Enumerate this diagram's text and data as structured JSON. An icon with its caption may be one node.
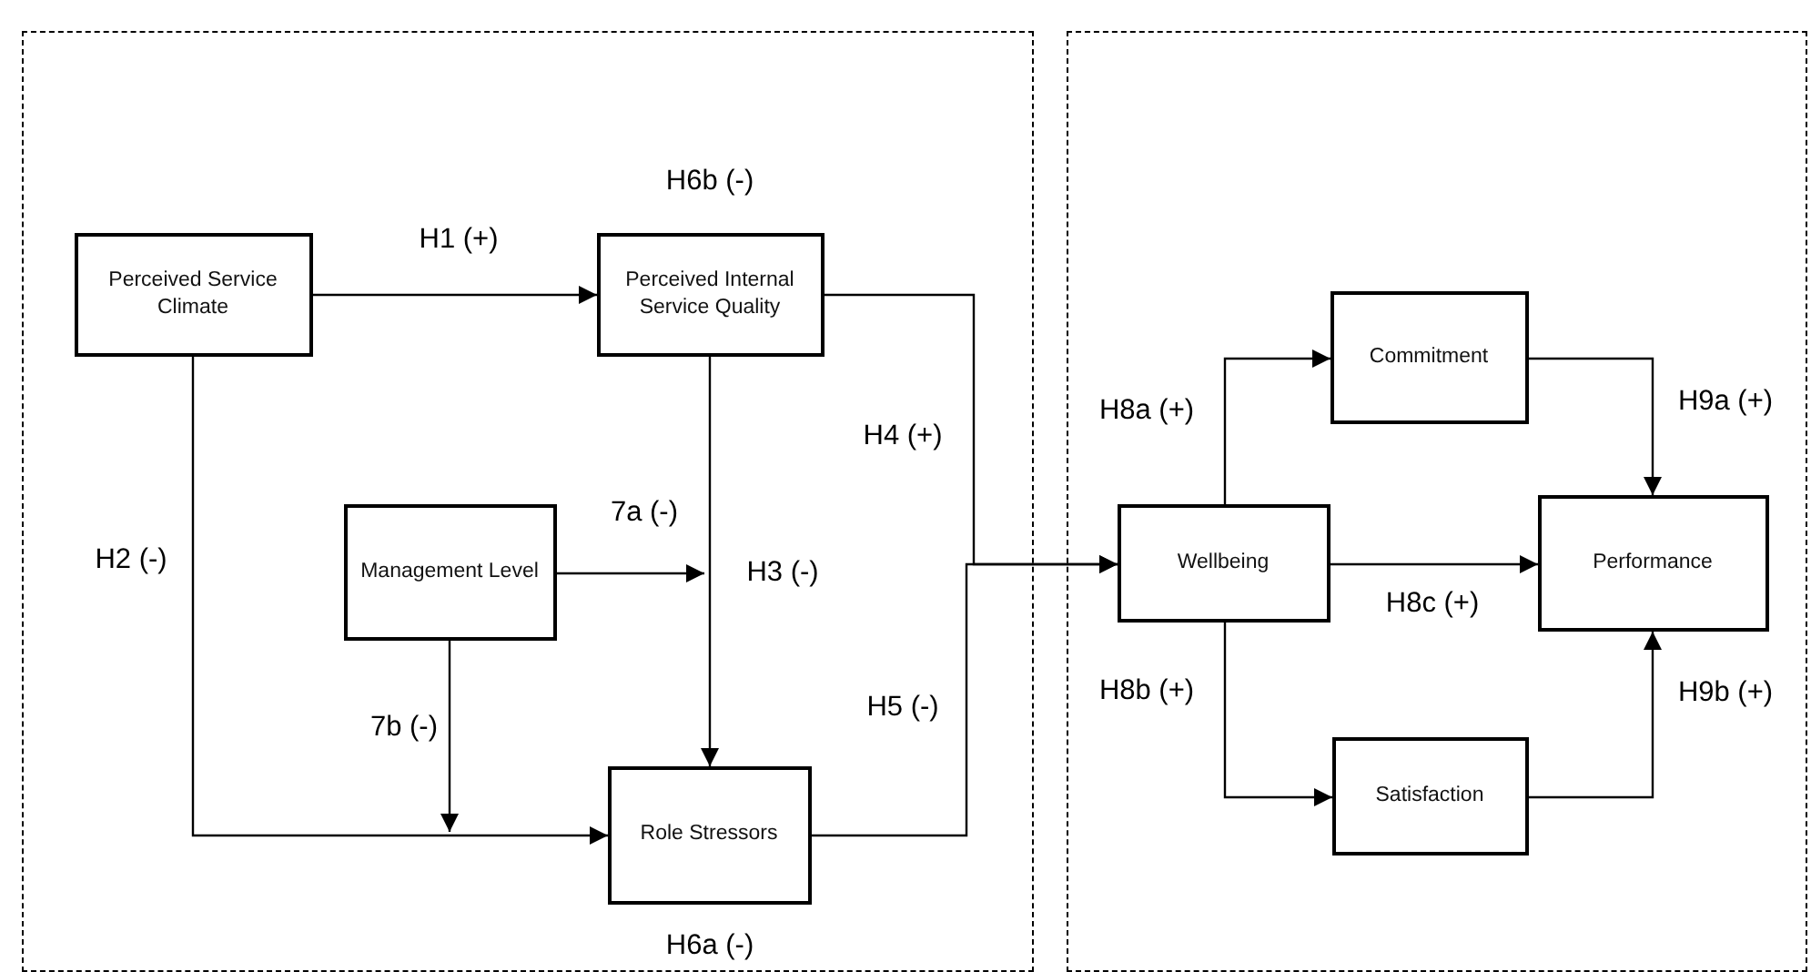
{
  "diagram": {
    "nodes": [
      {
        "text": [],
        "shape": "box"
      },
      {
        "text": [
          "Perceived Service Climate"
        ],
        "in": 0
      },
      {
        "text": [
          "Perceived Internal Service Quality"
        ],
        "in": 0
      },
      {
        "text": [
          "Management Level"
        ],
        "in": 0
      },
      {
        "text": [
          "Role Stressors"
        ],
        "in": 0
      },
      {
        "text": [],
        "shape": "box"
      },
      {
        "text": [
          "Commitment"
        ],
        "in": 5
      },
      {
        "text": [
          "Wellbeing"
        ],
        "in": 5
      },
      {
        "text": [
          "Performance"
        ],
        "in": 5
      },
      {
        "text": [
          "Satisfaction"
        ],
        "in": 5
      }
    ],
    "edges": [
      {
        "from": 1,
        "to": 2,
        "arrow": "to",
        "label": "H1 (+)"
      },
      {
        "from": 1,
        "to": 4,
        "arrow": "to",
        "label": "H2 (-)"
      },
      {
        "from": 2,
        "to": 4,
        "arrow": "to",
        "label": "H3 (-)"
      },
      {
        "from": 3,
        "to": null,
        "arrow": "to",
        "label": "7a (-)"
      },
      {
        "from": 3,
        "to": null,
        "arrow": "to",
        "label": "7b (-)"
      },
      {
        "from": 2,
        "to": 7,
        "arrow": "to",
        "label": "H4 (+)"
      },
      {
        "from": 4,
        "to": 7,
        "arrow": "to",
        "label": "H5 (-)"
      },
      {
        "from": 7,
        "to": 6,
        "arrow": "to",
        "label": "H8a (+)"
      },
      {
        "from": 7,
        "to": 9,
        "arrow": "to",
        "label": "H8b (+)"
      },
      {
        "from": 7,
        "to": 8,
        "arrow": "to",
        "label": "H8c (+)"
      },
      {
        "from": 6,
        "to": 8,
        "arrow": "to",
        "label": "H9a (+)"
      },
      {
        "from": 9,
        "to": 8,
        "arrow": "to",
        "label": "H9b (+)"
      }
    ],
    "labels": [
      "H6b (-)",
      "H6a (-)"
    ]
  }
}
